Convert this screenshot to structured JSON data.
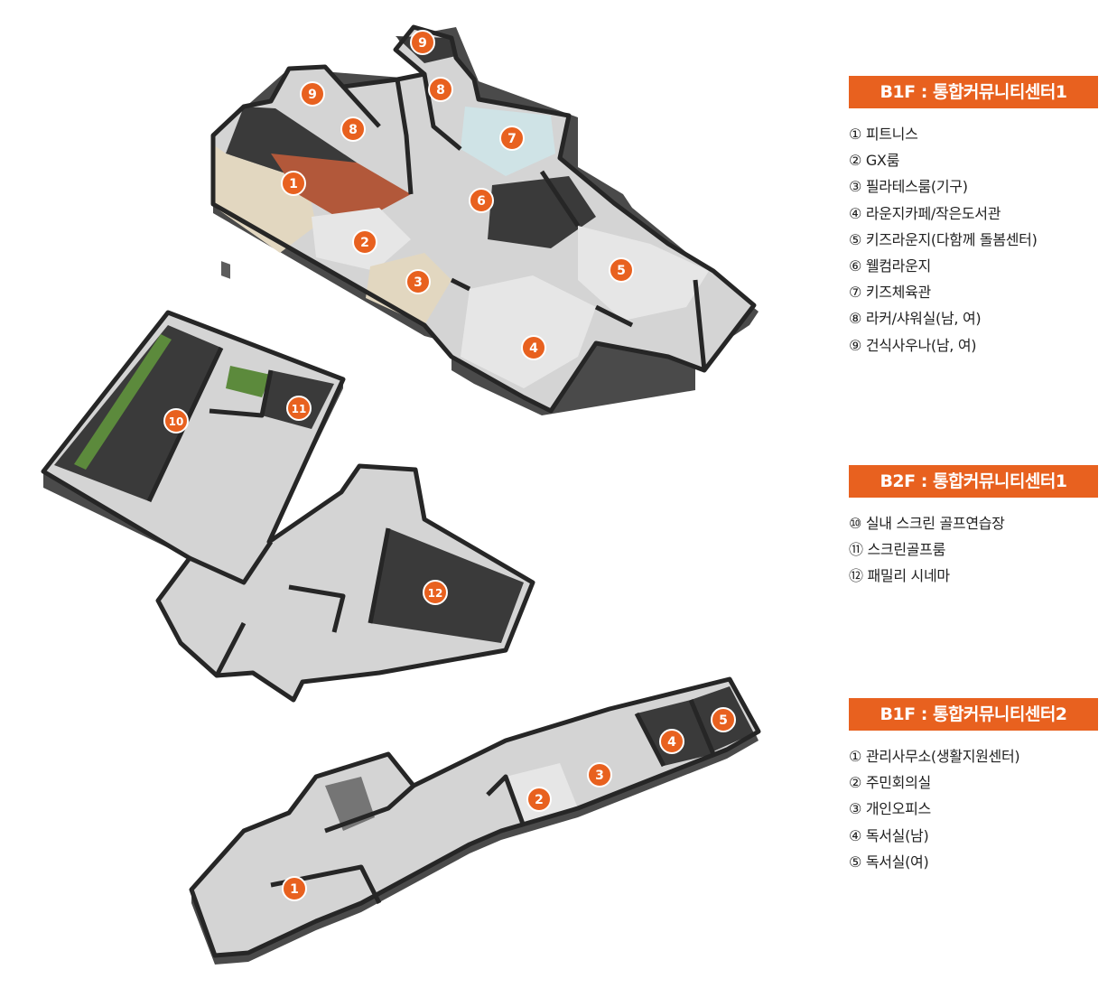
{
  "colors": {
    "accent": "#e8611f",
    "wall": "#262626",
    "wall_side": "#4a4a4a",
    "floor": "#d4d4d4",
    "floor_light": "#e6e6e6",
    "carpet": "#3a3a3a",
    "wood": "#e2d7c0",
    "brick": "#b2583a",
    "green": "#5c8a3c",
    "glass": "#cfe3e6",
    "marker_text": "#ffffff"
  },
  "legends": [
    {
      "title": "B1F : 통합커뮤니티센터1",
      "items": [
        "① 피트니스",
        "② GX룸",
        "③ 필라테스룸(기구)",
        "④ 라운지카페/작은도서관",
        "⑤ 키즈라운지(다함께 돌봄센터)",
        "⑥ 웰컴라운지",
        "⑦ 키즈체육관",
        "⑧ 라커/샤워실(남, 여)",
        "⑨ 건식사우나(남, 여)"
      ]
    },
    {
      "title": "B2F : 통합커뮤니티센터1",
      "items": [
        "⑩ 실내 스크린 골프연습장",
        "⑪ 스크린골프룸",
        "⑫ 패밀리 시네마"
      ]
    },
    {
      "title": "B1F : 통합커뮤니티센터2",
      "items": [
        "① 관리사무소(생활지원센터)",
        "② 주민회의실",
        "③ 개인오피스",
        "④ 독서실(남)",
        "⑤ 독서실(여)"
      ]
    }
  ],
  "plans": [
    {
      "name": "b1f-center-1-plan",
      "markers": [
        "1",
        "2",
        "3",
        "4",
        "5",
        "6",
        "7",
        "8",
        "8",
        "9",
        "9"
      ]
    },
    {
      "name": "b2f-center-1-plan",
      "markers": [
        "10",
        "11",
        "12"
      ]
    },
    {
      "name": "b1f-center-2-plan",
      "markers": [
        "1",
        "2",
        "3",
        "4",
        "5"
      ]
    }
  ]
}
